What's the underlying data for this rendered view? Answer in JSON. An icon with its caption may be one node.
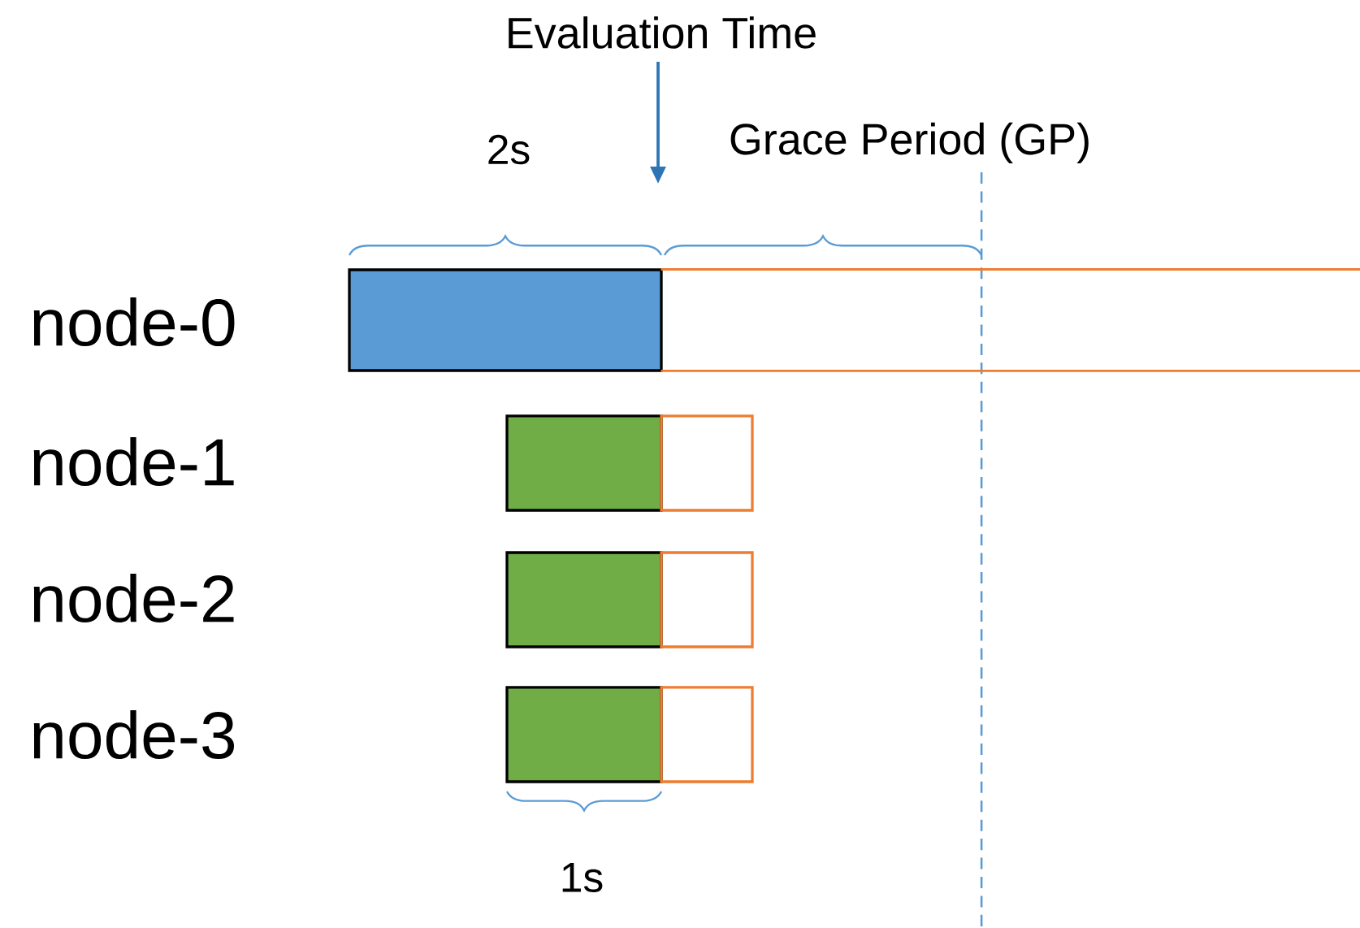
{
  "diagram": {
    "nodes": [
      {
        "text": [],
        "shape": "bar"
      },
      {
        "text": [],
        "shape": "bar"
      },
      {
        "text": [],
        "shape": "bar"
      },
      {
        "text": [],
        "shape": "bar"
      },
      {
        "text": [],
        "shape": "bar"
      },
      {
        "text": [],
        "shape": "bar"
      },
      {
        "text": [],
        "shape": "bar"
      },
      {
        "text": [],
        "shape": "bar"
      }
    ],
    "labels": [
      "Evaluation Time",
      "2s",
      "Grace Period (GP)",
      "node-0",
      "node-1",
      "node-2",
      "node-3",
      "1s"
    ]
  }
}
